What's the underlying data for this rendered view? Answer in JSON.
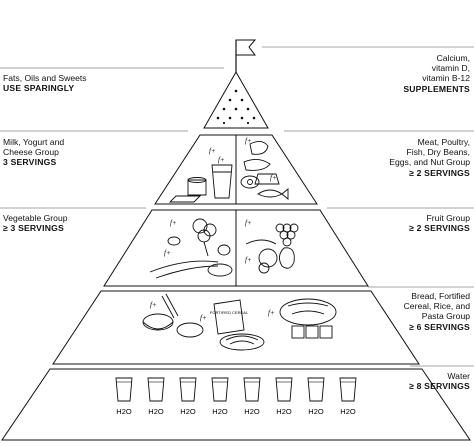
{
  "labels": {
    "fats": {
      "text": "Fats, Oils and Sweets",
      "strong": "USE SPARINGLY"
    },
    "supplements": {
      "text": "Calcium,\nvitamin D,\nvitamin B-12",
      "strong": "SUPPLEMENTS"
    },
    "milk": {
      "text": "Milk, Yogurt and\nCheese Group",
      "strong": "3 SERVINGS"
    },
    "meat": {
      "text": "Meat, Poultry,\nFish, Dry Beans,\nEggs, and Nut Group",
      "strong": "≥ 2 SERVINGS"
    },
    "vegetable": {
      "text": "Vegetable Group",
      "strong": "≥ 3 SERVINGS"
    },
    "fruit": {
      "text": "Fruit Group",
      "strong": "≥ 2 SERVINGS"
    },
    "bread": {
      "text": "Bread, Fortified\nCereal, Rice, and\nPasta Group",
      "strong": "≥ 6 SERVINGS"
    },
    "water": {
      "text": "Water",
      "strong": "≥ 8 SERVINGS"
    }
  },
  "water_glass_label": "H2O",
  "water_glass_count": 8,
  "fortified_marker": "f+",
  "cereal_box_text": "FORTIFIED CEREAL"
}
